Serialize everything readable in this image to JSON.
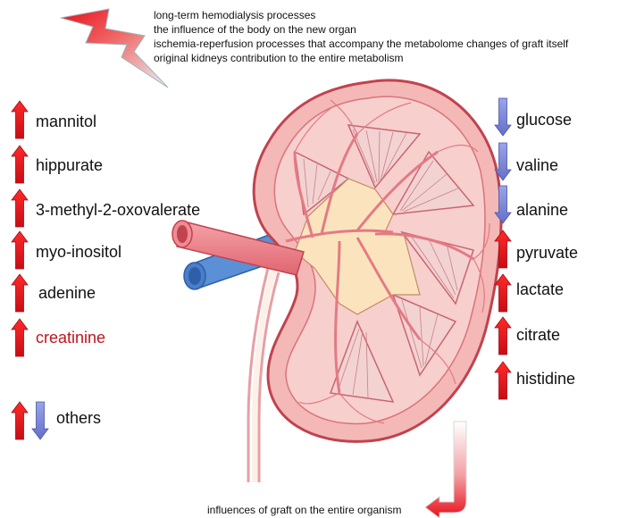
{
  "notes": [
    "long-term hemodialysis processes",
    "the influence of the body on the new organ",
    "ischemia-reperfusion processes that accompany the metabolome changes of graft itself",
    "original kidneys contribution to the entire metabolism"
  ],
  "left_metabolites": [
    {
      "label": "mannitol",
      "direction": "up"
    },
    {
      "label": "hippurate",
      "direction": "up"
    },
    {
      "label": "3-methyl-2-oxovalerate",
      "direction": "up"
    },
    {
      "label": "myo-inositol",
      "direction": "up"
    },
    {
      "label": "adenine",
      "direction": "up"
    },
    {
      "label": "creatinine",
      "direction": "up",
      "color": "#c0141c"
    }
  ],
  "others": {
    "label": "others",
    "direction": "up-down"
  },
  "right_metabolites": [
    {
      "label": "glucose",
      "direction": "down"
    },
    {
      "label": "valine",
      "direction": "down"
    },
    {
      "label": "alanine",
      "direction": "down"
    },
    {
      "label": "pyruvate",
      "direction": "up"
    },
    {
      "label": "lactate",
      "direction": "up"
    },
    {
      "label": "citrate",
      "direction": "up"
    },
    {
      "label": "histidine",
      "direction": "up"
    }
  ],
  "bottom_note": "influences of graft on the entire organism",
  "colors": {
    "up_arrow": "#e8101a",
    "down_arrow": "#7b86d6",
    "kidney_fill": "#f6c7c4",
    "kidney_outline": "#d94a55",
    "pelvis_fill": "#fbe4bd",
    "vein": "#5b8fd6",
    "artery": "#e8707a"
  },
  "icons": [
    "lightning-bolt-icon",
    "up-arrow-icon",
    "down-arrow-icon",
    "bent-arrow-icon",
    "kidney-illustration"
  ]
}
